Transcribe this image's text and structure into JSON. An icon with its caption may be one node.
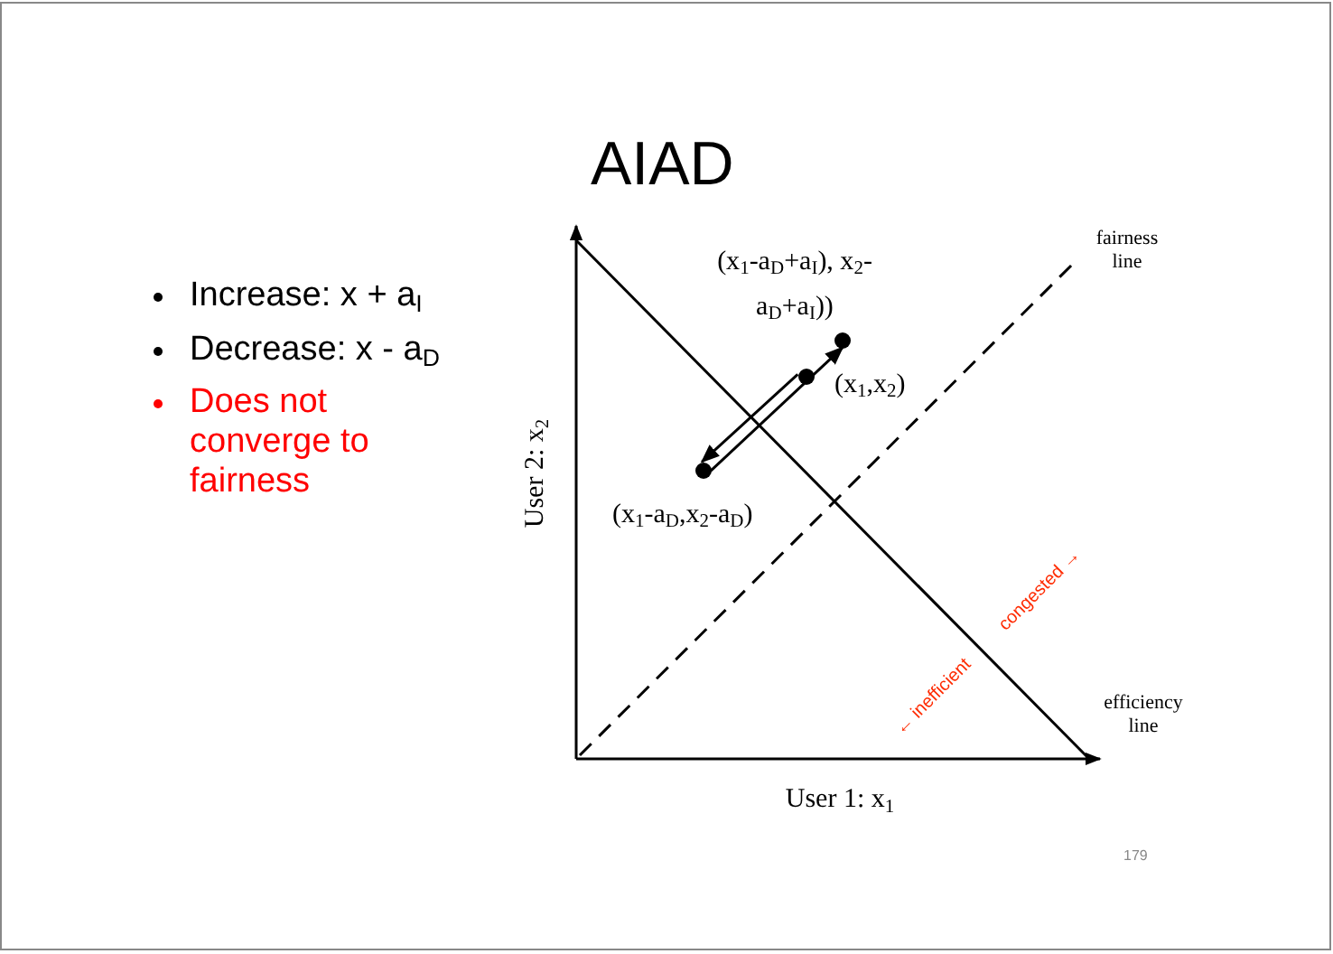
{
  "diagram": {
    "title": "AIAD",
    "nodes": [
      {
        "text": [],
        "shape": "circle",
        "beside": [
          "(x$_{1}$-a$_{D}$+a$_{I}$), x$_{2}$-a$_{D}$+a$_{I}$))"
        ]
      },
      {
        "text": [],
        "shape": "circle",
        "beside": [
          "(x$_{1}$,x$_{2}$)"
        ]
      },
      {
        "text": [],
        "shape": "circle",
        "beside": [
          "(x$_{1}$-a$_{D}$,x$_{2}$-a$_{D}$)"
        ]
      }
    ],
    "edges": [
      {
        "from": 1,
        "to": 2,
        "arrow": "to"
      },
      {
        "from": 2,
        "to": 0,
        "arrow": "to"
      }
    ],
    "labels": [
      "Increase: x + a$_{I}$",
      "Decrease: x - a$_{D}$",
      "Does not converge to fairness",
      "fairness line",
      "User 2: x$_{2}$",
      "congested →",
      "← inefficient",
      "efficiency line",
      "User 1: x$_{1}$",
      "179"
    ]
  }
}
